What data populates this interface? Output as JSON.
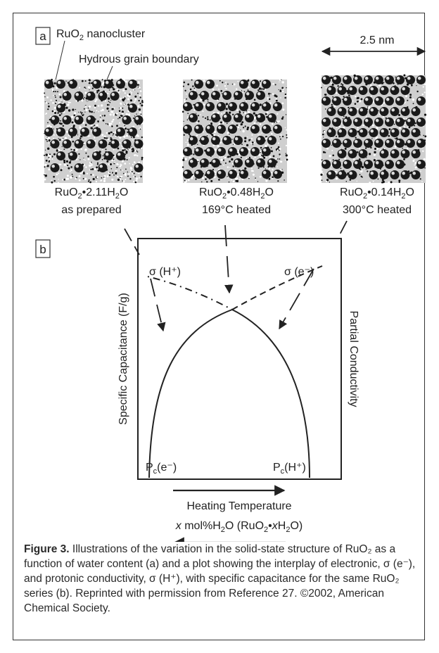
{
  "panel_a": {
    "label": "a",
    "annotations": {
      "nanocluster": "RuO",
      "nanocluster_sub": "2",
      "nanocluster_tail": " nanocluster",
      "grain_boundary": "Hydrous grain boundary",
      "scale": "2.5 nm"
    },
    "samples": [
      {
        "formula_a": "RuO",
        "sub_a": "2",
        "formula_b": "•2.11H",
        "sub_b": "2",
        "formula_c": "O",
        "note": "as prepared"
      },
      {
        "formula_a": "RuO",
        "sub_a": "2",
        "formula_b": "•0.48H",
        "sub_b": "2",
        "formula_c": "O",
        "note": "169°C heated"
      },
      {
        "formula_a": "RuO",
        "sub_a": "2",
        "formula_b": "•0.14H",
        "sub_b": "2",
        "formula_c": "O",
        "note": "300°C heated"
      }
    ]
  },
  "panel_b": {
    "label": "b",
    "y_label_left": "Specific Capacitance (F/g)",
    "y_label_right": "Partial Conductivity",
    "sigma_h": "σ (H⁺)",
    "sigma_e": "σ (e⁻)",
    "pc_e_main": "P",
    "pc_e_sub": "c",
    "pc_e_tail": "(e⁻)",
    "pc_h_main": "P",
    "pc_h_sub": "c",
    "pc_h_tail": "(H⁺)",
    "x_label_1": "Heating Temperature",
    "x_label_2_italic": "x",
    "x_label_2": " mol%H",
    "x_label_2_sub": "2",
    "x_label_2_tail": "O (RuO",
    "x_label_2_sub2": "2",
    "x_label_2_bullet": "•",
    "x_label_2_italic2": "x",
    "x_label_2_tail2": "H",
    "x_label_2_sub3": "2",
    "x_label_2_end": "O)"
  },
  "caption": {
    "heading": "Figure 3.",
    "text": " Illustrations of the variation in the solid-state structure of RuO₂ as a function of water content (a) and a plot showing the interplay of electronic, σ (e⁻), and protonic conductivity, σ (H⁺), with specific capacitance for the same RuO₂ series (b). Reprinted with permission from Reference 27. ©2002, American Chemical Society."
  }
}
